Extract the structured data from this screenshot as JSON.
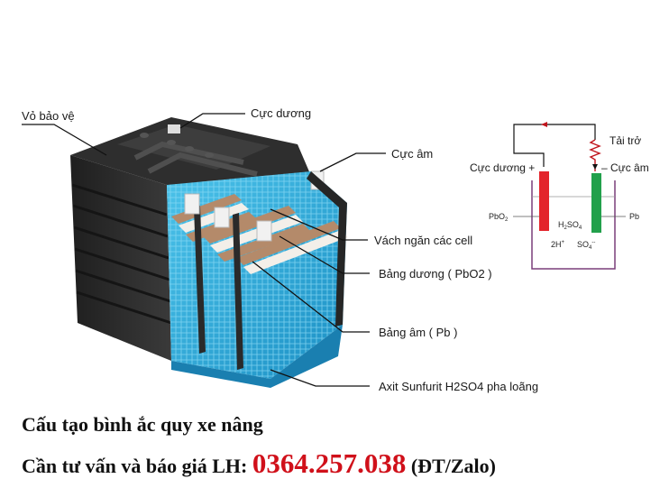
{
  "labels": {
    "housing": "Vỏ bảo vệ",
    "positive_terminal": "Cực dương",
    "negative_terminal": "Cực âm",
    "cell_separator": "Vách ngăn các cell",
    "positive_plate": "Bảng dương ( PbO2 )",
    "negative_plate": "Bảng âm ( Pb )",
    "electrolyte": "Axit Sunfurit H2SO4 pha loãng"
  },
  "schematic": {
    "load": "Tải trở",
    "positive": "Cực dương +",
    "negative": "– Cực âm",
    "pbo2": "PbO",
    "pbo2_sub": "2",
    "pb": "Pb",
    "h2so4": "H",
    "h2so4_sub1": "2",
    "h2so4_mid": "SO",
    "h2so4_sub2": "4",
    "hplus": "2H",
    "hplus_sup": "+",
    "so4": "SO",
    "so4_sub": "4",
    "so4_sup": "--"
  },
  "captions": {
    "title": "Cấu tạo bình ắc quy xe nâng",
    "contact_prefix": "Cần tư vấn và báo giá LH: ",
    "phone": "0364.257.038",
    "contact_suffix": " (ĐT/Zalo)"
  },
  "colors": {
    "battery_case": "#2b2b2b",
    "electrolyte": "#2aa7d6",
    "positive_electrode": "#e3242b",
    "negative_electrode": "#22a04b",
    "phone": "#d0101a"
  }
}
